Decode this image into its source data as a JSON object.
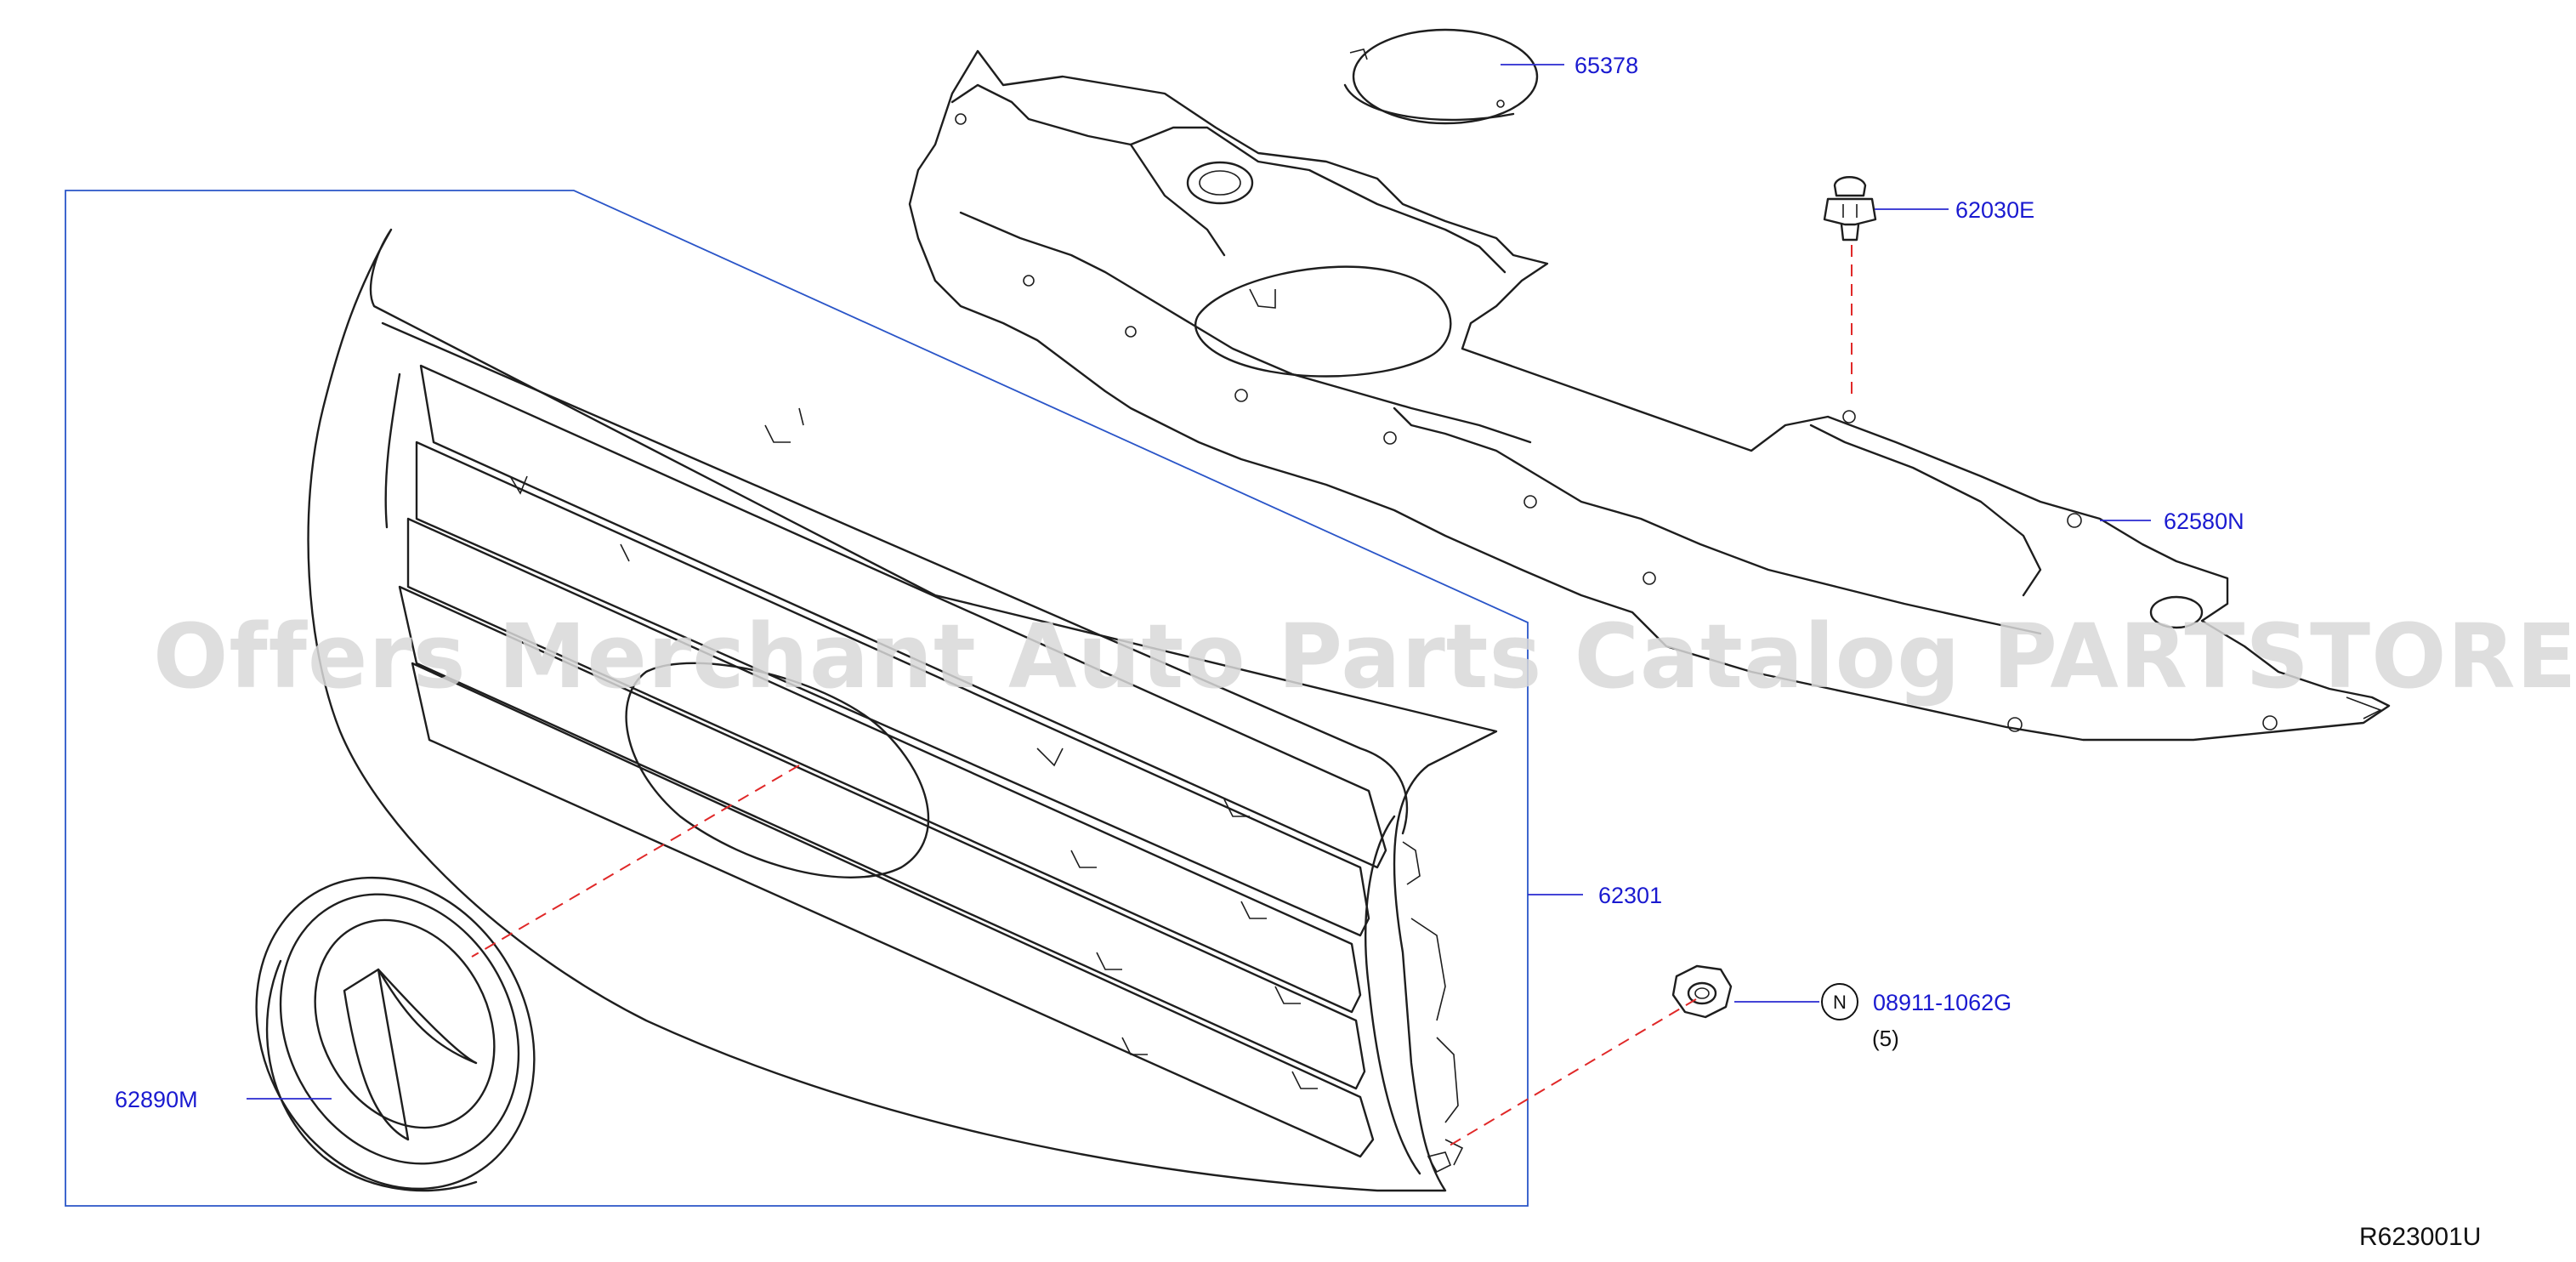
{
  "diagram": {
    "code": "R623001U",
    "watermark": "Offers Merchant Auto Parts Catalog PARTSTORE.SA",
    "colors": {
      "label": "#1a1ad0",
      "leader": "#2a2ad0",
      "frame": "#2a55c8",
      "dashed": "#e02828",
      "line": "#1e1e1e"
    },
    "callouts": [
      {
        "id": "65378",
        "label": "65378",
        "part": "radiator-cap-cover"
      },
      {
        "id": "62030E",
        "label": "62030E",
        "part": "clip"
      },
      {
        "id": "62580N",
        "label": "62580N",
        "part": "radiator-core-upper-cover"
      },
      {
        "id": "62301",
        "label": "62301",
        "part": "front-grille"
      },
      {
        "id": "62890M",
        "label": "62890M",
        "part": "emblem"
      },
      {
        "id": "08911-1062G",
        "label": "08911-1062G",
        "part": "nut",
        "symbol": "N",
        "quantity": "(5)"
      }
    ]
  }
}
